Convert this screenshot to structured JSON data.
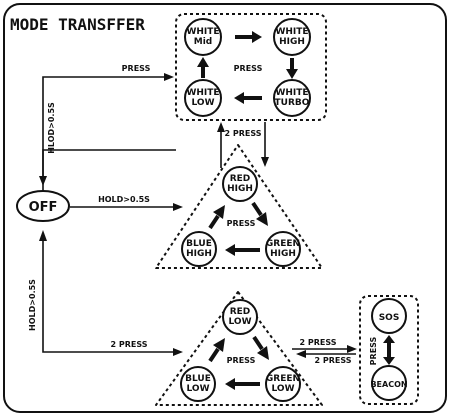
{
  "title": "MODE TRANSFFER",
  "nodes": {
    "white_mid": [
      "WHITE",
      "Mid"
    ],
    "white_high": [
      "WHITE",
      "HIGH"
    ],
    "white_low": [
      "WHITE",
      "LOW"
    ],
    "white_turbo": [
      "WHITE",
      "TURBO"
    ],
    "red_high": [
      "RED",
      "HIGH"
    ],
    "blue_high": [
      "BLUE",
      "HIGH"
    ],
    "green_high": [
      "GREEN",
      "HIGH"
    ],
    "red_low": [
      "RED",
      "LOW"
    ],
    "blue_low": [
      "BLUE",
      "LOW"
    ],
    "green_low": [
      "GREEN",
      "LOW"
    ],
    "sos": "SOS",
    "beacon": "BEACON",
    "off": "OFF"
  },
  "labels": {
    "press_white_group": "PRESS",
    "press_high_triangle": "PRESS",
    "press_low_triangle": "PRESS",
    "press_sos_group": "PRESS",
    "press_off_to_white": "PRESS",
    "hold_white_to_off": "HLOD>0.5S",
    "hold_off_to_high": "HOLD>0.5S",
    "hold_low_to_off": "HOLD>0.5S",
    "two_press_white_high": "2 PRESS",
    "two_press_off_to_low": "2 PRESS",
    "two_press_low_to_sos": "2 PRESS",
    "two_press_sos_to_low": "2 PRESS"
  }
}
